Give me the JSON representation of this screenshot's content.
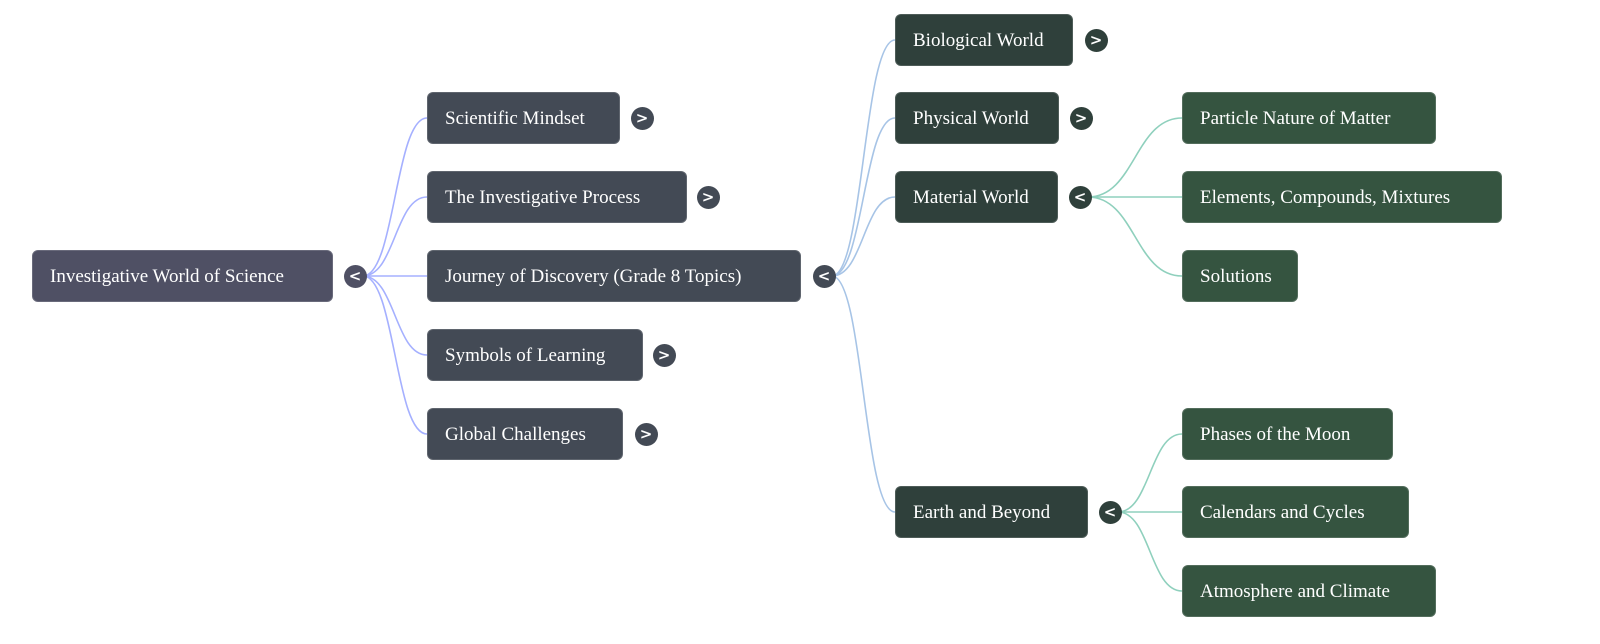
{
  "root": {
    "label": "Investigative World of Science",
    "toggle": "<"
  },
  "level1": [
    {
      "label": "Scientific Mindset",
      "toggle": ">"
    },
    {
      "label": "The Investigative Process",
      "toggle": ">"
    },
    {
      "label": "Journey of Discovery (Grade 8 Topics)",
      "toggle": "<"
    },
    {
      "label": "Symbols of Learning",
      "toggle": ">"
    },
    {
      "label": "Global Challenges",
      "toggle": ">"
    }
  ],
  "level2": [
    {
      "label": "Biological World",
      "toggle": ">"
    },
    {
      "label": "Physical World",
      "toggle": ">"
    },
    {
      "label": "Material World",
      "toggle": "<"
    },
    {
      "label": "Earth and Beyond",
      "toggle": "<"
    }
  ],
  "level3": [
    {
      "label": "Particle Nature of Matter"
    },
    {
      "label": "Elements, Compounds, Mixtures"
    },
    {
      "label": "Solutions"
    },
    {
      "label": "Phases of the Moon"
    },
    {
      "label": "Calendars and Cycles"
    },
    {
      "label": "Atmosphere and Climate"
    }
  ],
  "colors": {
    "root": "#4f5064",
    "level1": "#434a55",
    "level2": "#2f403b",
    "level3": "#355440",
    "edge1": "#a5b0ff",
    "edge2": "#a7c4e6",
    "edge3": "#8fd0bd"
  }
}
